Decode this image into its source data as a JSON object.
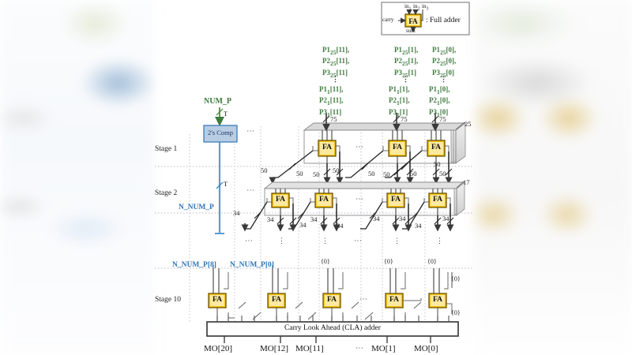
{
  "figure": {
    "title": "Multi-stage full-adder compression tree with Carry Look Ahead adder",
    "colors": {
      "fa_fill": "#f5c518",
      "fa_fill_light": "#fde9a0",
      "fa_border": "#7a6000",
      "box_fill": "#b8cce4",
      "box_border": "#2e75b6",
      "green_signal": "#3f7a3f",
      "blue_signal": "#2e75b6",
      "wire": "#3a3a3a",
      "stack_fill": "#d9d9d9"
    }
  },
  "legend": {
    "in1": "in",
    "in1_sub": "1",
    "in2": "in",
    "in2_sub": "2",
    "in3": "in",
    "in3_sub": "3",
    "carry": "carry",
    "sum": "sum",
    "fa": "FA",
    "caption": ": Full adder"
  },
  "signals": {
    "num_p": "NUM_P",
    "n_num_p": "N_NUM_P",
    "t_top": "T",
    "t_bottom": "T",
    "twos_comp": "2's Comp",
    "n_num_p_8": "N_NUM_P[8]",
    "n_num_p_0": "N_NUM_P[0]"
  },
  "stages": {
    "stage1": "Stage 1",
    "stage2": "Stage 2",
    "stage10": "Stage 10",
    "depth_stage1": "25",
    "depth_stage2": "17"
  },
  "partial_products": [
    {
      "top": [
        "P1",
        "P2",
        "P3"
      ],
      "top_sub": "25",
      "top_idx": "[11]",
      "bottom_sub": "1",
      "bottom_idx": "[11]",
      "lines_top": [
        "P1₂₅[11],",
        "P2₂₅[11],",
        "P3₂₅[11]"
      ],
      "lines_bottom": [
        "P1₁[11],",
        "P2₁[11],",
        "P3₁[11]"
      ],
      "bus_width": "75"
    },
    {
      "lines_top": [
        "P1₂₅[1],",
        "P2₂₅[1],",
        "P3₂₅[1]"
      ],
      "lines_bottom": [
        "P1₁[1],",
        "P2₁[1],",
        "P3₁[1]"
      ],
      "bus_width": "75"
    },
    {
      "lines_top": [
        "P1₂₅[0],",
        "P2₂₅[0],",
        "P3₂₅[0]"
      ],
      "lines_bottom": [
        "P1₁[0],",
        "P2₁[0],",
        "P3₁[0]"
      ],
      "bus_width": "75"
    }
  ],
  "pp_labels": [
    {
      "p": "P1",
      "sub": "25",
      "idx": "[11],"
    },
    {
      "p": "P2",
      "sub": "25",
      "idx": "[11],"
    },
    {
      "p": "P3",
      "sub": "25",
      "idx": "[11]"
    },
    {
      "p": "P1",
      "sub": "1",
      "idx": "[11],"
    },
    {
      "p": "P2",
      "sub": "1",
      "idx": "[11],"
    },
    {
      "p": "P3",
      "sub": "1",
      "idx": "[11]"
    },
    {
      "p": "P1",
      "sub": "25",
      "idx": "[1],"
    },
    {
      "p": "P2",
      "sub": "25",
      "idx": "[1],"
    },
    {
      "p": "P3",
      "sub": "25",
      "idx": "[1]"
    },
    {
      "p": "P1",
      "sub": "1",
      "idx": "[1],"
    },
    {
      "p": "P2",
      "sub": "1",
      "idx": "[1],"
    },
    {
      "p": "P3",
      "sub": "1",
      "idx": "[1]"
    },
    {
      "p": "P1",
      "sub": "25",
      "idx": "[0],"
    },
    {
      "p": "P2",
      "sub": "25",
      "idx": "[0],"
    },
    {
      "p": "P3",
      "sub": "25",
      "idx": "[0]"
    },
    {
      "p": "P1",
      "sub": "1",
      "idx": "[0],"
    },
    {
      "p": "P2",
      "sub": "1",
      "idx": "[0],"
    },
    {
      "p": "P3",
      "sub": "1",
      "idx": "[0]"
    }
  ],
  "bus_widths": {
    "input": "75",
    "stage1_out": "50",
    "stage2_out": "34",
    "num_p": "T"
  },
  "wire_labels_stage1": [
    "50",
    "50",
    "50",
    "50",
    "50",
    "50",
    "50"
  ],
  "wire_labels_stage2": [
    "34",
    "34",
    "34",
    "34",
    "34",
    "34",
    "34",
    "34",
    "34"
  ],
  "constants": {
    "zero": "{0}"
  },
  "cla": {
    "label": "Carry Look Ahead (CLA) adder"
  },
  "outputs": [
    "MO[20]",
    "MO[12]",
    "MO[11]",
    "MO[1]",
    "MO[0]"
  ],
  "ellipsis": {
    "h": "⋯",
    "v": "⋮"
  },
  "fa_label": "FA"
}
